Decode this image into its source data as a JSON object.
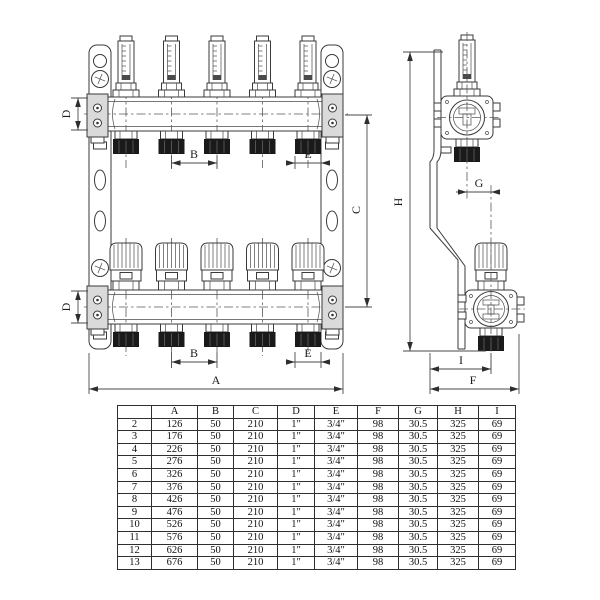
{
  "drawing": {
    "front_view": {
      "labels": {
        "A": "A",
        "B": "B",
        "C": "C",
        "D": "D",
        "E": "E"
      }
    },
    "side_view": {
      "labels": {
        "F": "F",
        "G": "G",
        "H": "H",
        "I": "I"
      }
    }
  },
  "dimension_table": {
    "headers": [
      "",
      "A",
      "B",
      "C",
      "D",
      "E",
      "F",
      "G",
      "H",
      "I"
    ],
    "rows": [
      [
        "2",
        "126",
        "50",
        "210",
        "1″",
        "3/4″",
        "98",
        "30.5",
        "325",
        "69"
      ],
      [
        "3",
        "176",
        "50",
        "210",
        "1″",
        "3/4″",
        "98",
        "30.5",
        "325",
        "69"
      ],
      [
        "4",
        "226",
        "50",
        "210",
        "1″",
        "3/4″",
        "98",
        "30.5",
        "325",
        "69"
      ],
      [
        "5",
        "276",
        "50",
        "210",
        "1″",
        "3/4″",
        "98",
        "30.5",
        "325",
        "69"
      ],
      [
        "6",
        "326",
        "50",
        "210",
        "1″",
        "3/4″",
        "98",
        "30.5",
        "325",
        "69"
      ],
      [
        "7",
        "376",
        "50",
        "210",
        "1″",
        "3/4″",
        "98",
        "30.5",
        "325",
        "69"
      ],
      [
        "8",
        "426",
        "50",
        "210",
        "1″",
        "3/4″",
        "98",
        "30.5",
        "325",
        "69"
      ],
      [
        "9",
        "476",
        "50",
        "210",
        "1″",
        "3/4″",
        "98",
        "30.5",
        "325",
        "69"
      ],
      [
        "10",
        "526",
        "50",
        "210",
        "1″",
        "3/4″",
        "98",
        "30.5",
        "325",
        "69"
      ],
      [
        "11",
        "576",
        "50",
        "210",
        "1″",
        "3/4″",
        "98",
        "30.5",
        "325",
        "69"
      ],
      [
        "12",
        "626",
        "50",
        "210",
        "1″",
        "3/4″",
        "98",
        "30.5",
        "325",
        "69"
      ],
      [
        "13",
        "676",
        "50",
        "210",
        "1″",
        "3/4″",
        "98",
        "30.5",
        "325",
        "69"
      ]
    ]
  },
  "colors": {
    "line": "#3a3a3a",
    "connector_black": "#1a1a1a",
    "background": "#ffffff"
  }
}
